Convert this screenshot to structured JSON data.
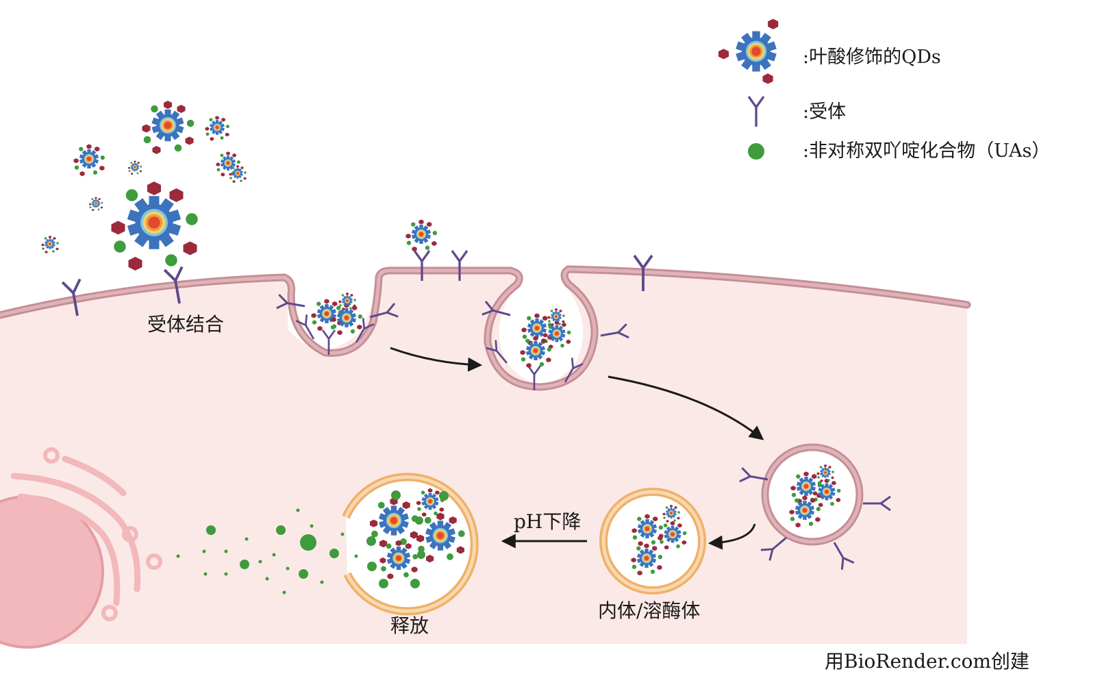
{
  "legend": {
    "qd": ":叶酸修饰的QDs",
    "receptor": ":受体",
    "uas": ":非对称双吖啶化合物（UAs）"
  },
  "labels": {
    "receptor_binding": "受体结合",
    "endo_lysosome": "内体/溶酶体",
    "ph_drop": "pH下降",
    "release": "释放"
  },
  "credit": "用BioRender.com创建",
  "colors": {
    "cytoplasm": "#fbe9e7",
    "membrane": "#c58e95",
    "membrane_inner": "#dfb3b8",
    "lysosome": "#f0b06a",
    "lysosome_inner": "#f8d9b0",
    "qd_shell": "#3c73bc",
    "qd_core": "#e3492f",
    "folate": "#9b2a3a",
    "uas": "#3f9b3e",
    "receptor": "#5d4a8a",
    "nucleus": "#f2b8bb",
    "golgi": "#f2b8bb"
  }
}
